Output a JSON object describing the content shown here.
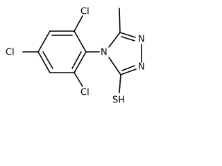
{
  "molecule": {
    "atoms": {
      "cl_top": "Cl",
      "cl_left": "Cl",
      "cl_bottom": "Cl",
      "n4": "N",
      "n1": "N",
      "n2": "N",
      "sh": "SH"
    },
    "colors": {
      "bond": "#000000",
      "label": "#000000",
      "background": "#ffffff"
    }
  }
}
